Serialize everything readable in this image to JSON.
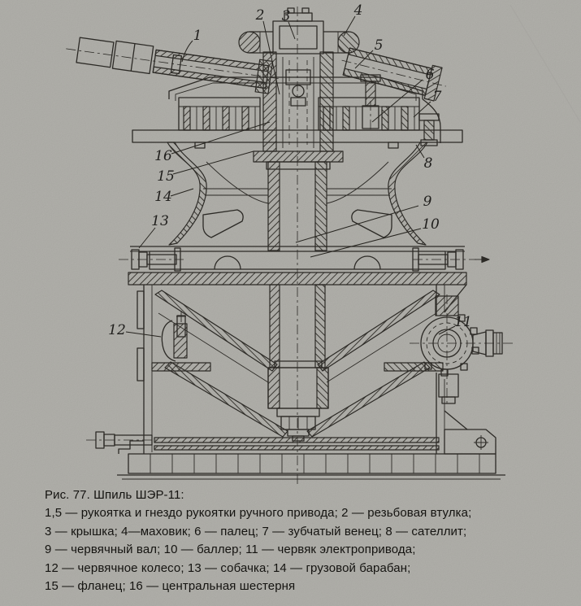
{
  "figure": {
    "title": "Рис. 77. Шпиль ШЭР-11:",
    "caption_lines": [
      "1,5 — рукоятка и гнездо рукоятки ручного привода; 2 — резьбовая втулка;",
      "3 — крышка; 4—маховик; 6 — палец; 7 — зубчатый венец; 8 — сателлит;",
      "9 — червячный вал; 10 — баллер; 11 — червяк электропривода;",
      "12 — червячное колесо; 13 — собачка; 14 — грузовой барабан;",
      "15 — фланец; 16 — центральная шестерня"
    ]
  },
  "drawing": {
    "callouts": [
      {
        "label": "1"
      },
      {
        "label": "2"
      },
      {
        "label": "3"
      },
      {
        "label": "4"
      },
      {
        "label": "5"
      },
      {
        "label": "6"
      },
      {
        "label": "7"
      },
      {
        "label": "8"
      },
      {
        "label": "9"
      },
      {
        "label": "10"
      },
      {
        "label": "11"
      },
      {
        "label": "12"
      },
      {
        "label": "13"
      },
      {
        "label": "14"
      },
      {
        "label": "15"
      },
      {
        "label": "16"
      }
    ]
  },
  "colors": {
    "paper": "#b5b4af",
    "ink": "#2c2a26"
  }
}
